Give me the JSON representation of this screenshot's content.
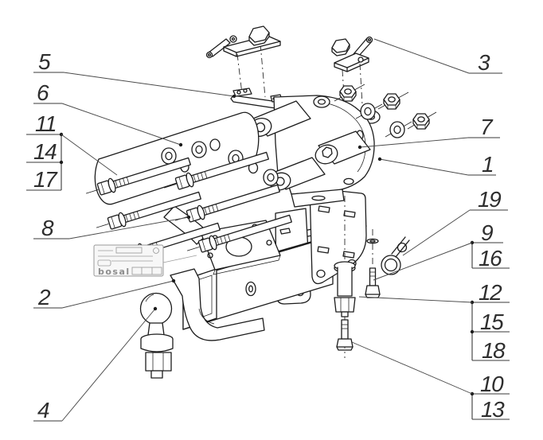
{
  "figure": {
    "type": "exploded-parts-diagram",
    "subject": "tow bar hitch assembly",
    "background": "#ffffff",
    "line_color": "#1c1c1c",
    "callout_color": "#2e2e2e"
  },
  "sticker": {
    "brand": "bosal"
  },
  "callouts": {
    "c1": "1",
    "c2": "2",
    "c3": "3",
    "c4": "4",
    "c5": "5",
    "c6": "6",
    "c7": "7",
    "c8": "8",
    "c9": "9",
    "c10": "10",
    "c11": "11",
    "c12": "12",
    "c13": "13",
    "c14": "14",
    "c15": "15",
    "c16": "16",
    "c17": "17",
    "c18": "18",
    "c19": "19"
  },
  "callout_groups": {
    "left": [
      [
        "5"
      ],
      [
        "6"
      ],
      [
        "11",
        "14",
        "17"
      ],
      [
        "8"
      ],
      [
        "2"
      ],
      [
        "4"
      ]
    ],
    "right": [
      [
        "3"
      ],
      [
        "7"
      ],
      [
        "1"
      ],
      [
        "19"
      ],
      [
        "9",
        "16"
      ],
      [
        "12",
        "15",
        "18"
      ],
      [
        "10",
        "13"
      ]
    ]
  }
}
